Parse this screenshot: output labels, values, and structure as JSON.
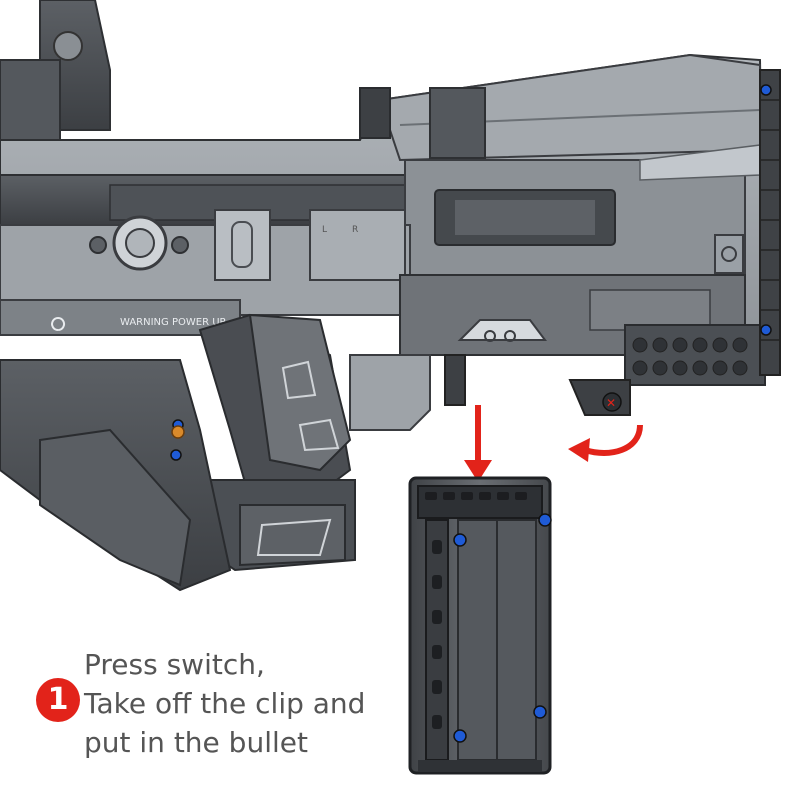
{
  "gun": {
    "label": "WARNING POWER UP",
    "selector_left": "L",
    "selector_right": "R"
  },
  "instruction": {
    "number": "1",
    "lines": [
      "Press switch,",
      "Take off the clip and",
      "put in the bullet"
    ]
  },
  "colors": {
    "accent": "#e2231a",
    "body_dark": "#4a4d52",
    "body_mid": "#6f7378",
    "body_light": "#9aa0a6",
    "text": "#555555",
    "screw": "#1f5bd6"
  }
}
